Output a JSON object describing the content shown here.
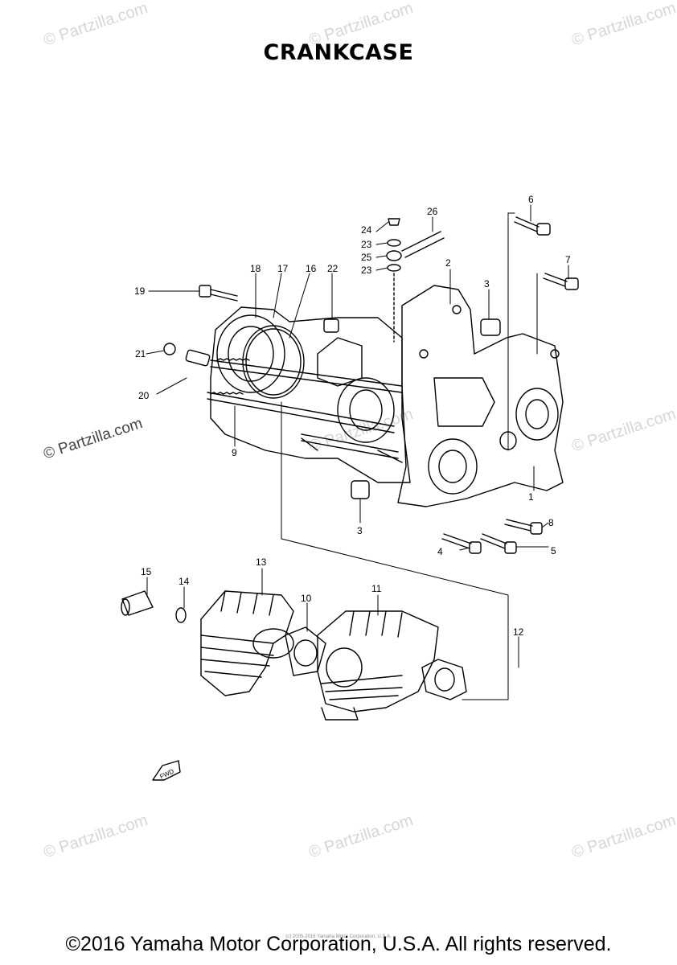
{
  "title": "CRANKCASE",
  "footer": "©2016 Yamaha Motor Corporation, U.S.A. All rights reserved.",
  "tiny_copyright": "(c) 2005-2016 Yamaha Motor Corporation, U.S.A.",
  "watermark_text": "© Partzilla.com",
  "callouts": {
    "n1": "1",
    "n2": "2",
    "n3a": "3",
    "n3b": "3",
    "n4": "4",
    "n5": "5",
    "n6": "6",
    "n7": "7",
    "n8": "8",
    "n9": "9",
    "n10": "10",
    "n11": "11",
    "n12": "12",
    "n13": "13",
    "n14": "14",
    "n15": "15",
    "n16": "16",
    "n17": "17",
    "n18": "18",
    "n19": "19",
    "n20": "20",
    "n21": "21",
    "n22": "22",
    "n23a": "23",
    "n23b": "23",
    "n24": "24",
    "n25": "25",
    "n26": "26"
  },
  "fwd_label": "FWD"
}
